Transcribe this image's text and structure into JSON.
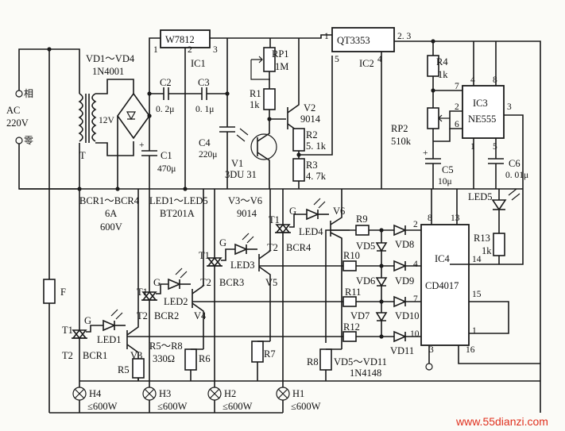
{
  "input": {
    "ac_label": "AC",
    "voltage": "220V",
    "phase": "相",
    "neutral": "零"
  },
  "transformer": {
    "label": "T",
    "secondary": "12V"
  },
  "rectifier": {
    "ref": "VD1～VD4",
    "part": "1N4001"
  },
  "regulator": {
    "part": "W7812",
    "ref": "IC1",
    "pin1": "1",
    "pin2": "2",
    "pin3": "3"
  },
  "ic2": {
    "part": "QT3353",
    "ref": "IC2",
    "pin1": "1",
    "pin23": "2. 3",
    "pin5": "5",
    "pin4": "4"
  },
  "ic3": {
    "part": "NE555",
    "ref": "IC3",
    "pin4": "4",
    "pin8": "8",
    "pin7": "7",
    "pin2": "2",
    "pin6": "6",
    "pin3": "3",
    "pin1": "1",
    "pin5": "5"
  },
  "ic4": {
    "part": "CD4017",
    "ref": "IC4",
    "pin2": "2",
    "pin8": "8",
    "pin13": "13",
    "pin4": "4",
    "pin14": "14",
    "pin7": "7",
    "pin15": "15",
    "pin10": "10",
    "pin1": "1",
    "pin3": "3",
    "pin16": "16"
  },
  "caps": {
    "c1": {
      "ref": "C1",
      "val": "470μ"
    },
    "c2": {
      "ref": "C2",
      "val": "0. 2μ"
    },
    "c3": {
      "ref": "C3",
      "val": "0. 1μ"
    },
    "c4": {
      "ref": "C4",
      "val": "220μ"
    },
    "c5": {
      "ref": "C5",
      "val": "10μ"
    },
    "c6": {
      "ref": "C6",
      "val": "0. 01μ"
    }
  },
  "resistors": {
    "rp1": {
      "ref": "RP1",
      "val": "1M"
    },
    "r1": {
      "ref": "R1",
      "val": "1k"
    },
    "r2": {
      "ref": "R2",
      "val": "5. 1k"
    },
    "r3": {
      "ref": "R3",
      "val": "4. 7k"
    },
    "r4": {
      "ref": "R4",
      "val": "1k"
    },
    "rp2": {
      "ref": "RP2",
      "val": "510k"
    },
    "r13": {
      "ref": "R13",
      "val": "1k"
    },
    "r5": "R5",
    "r6": "R6",
    "r7": "R7",
    "r8": "R8",
    "r9": "R9",
    "r10": "R10",
    "r11": "R11",
    "r12": "R12",
    "r5_r8": "R5～R8",
    "r5_r8_val": "330Ω"
  },
  "transistors": {
    "v1": {
      "ref": "V1",
      "part": "3DU 31"
    },
    "v2": {
      "ref": "V2",
      "part": "9014"
    },
    "v3": "V3",
    "v4": "V4",
    "v5": "V5",
    "v6": "V6",
    "v3_v6": "V3～V6",
    "v3_v6_part": "9014"
  },
  "triacs": {
    "range": "BCR1～BCR4",
    "current": "6A",
    "voltage": "600V",
    "bcr1": "BCR1",
    "bcr2": "BCR2",
    "bcr3": "BCR3",
    "bcr4": "BCR4",
    "t1": "T1",
    "t2": "T2",
    "g": "G"
  },
  "leds": {
    "range": "LED1～LED5",
    "part": "BT201A",
    "led1": "LED1",
    "led2": "LED2",
    "led3": "LED3",
    "led4": "LED4",
    "led5": "LED5"
  },
  "diodes": {
    "range": "VD5～VD11",
    "part": "1N4148",
    "vd5": "VD5",
    "vd6": "VD6",
    "vd7": "VD7",
    "vd8": "VD8",
    "vd9": "VD9",
    "vd10": "VD10",
    "vd11": "VD11"
  },
  "fuse": "F",
  "lamps": {
    "h1": "H1",
    "h2": "H2",
    "h3": "H3",
    "h4": "H4",
    "rating": "≤600W"
  },
  "watermark": "www.55dianzi.com"
}
